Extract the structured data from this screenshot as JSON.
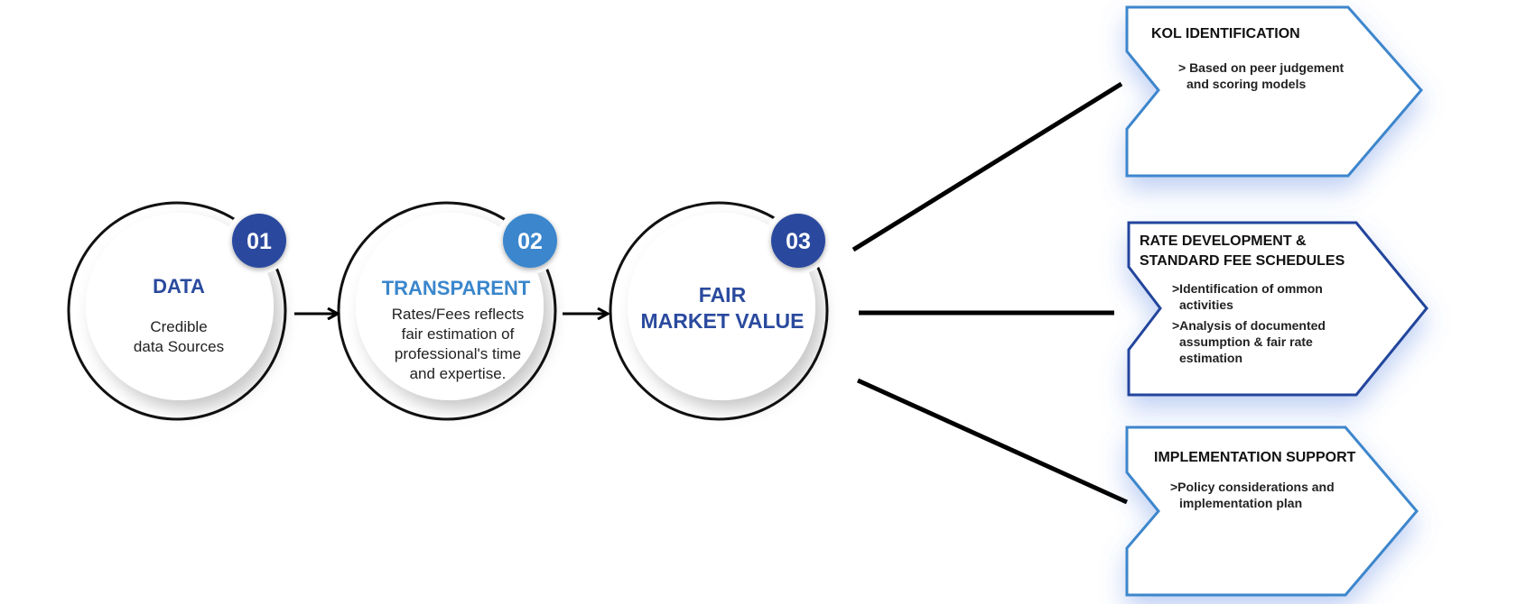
{
  "colors": {
    "dark_blue": "#2a4a9e",
    "light_blue": "#3a86cc",
    "box_blue": "#3c86cc",
    "box_dark_blue": "#23459c",
    "line": "#000000"
  },
  "steps": [
    {
      "badge": "01",
      "title": "DATA",
      "body": [
        "Credible",
        "data Sources"
      ]
    },
    {
      "badge": "02",
      "title": "TRANSPARENT",
      "body": [
        "Rates/Fees reflects",
        "fair estimation of",
        "professional's time",
        "and expertise."
      ]
    },
    {
      "badge": "03",
      "title_lines": [
        "FAIR",
        "MARKET VALUE"
      ]
    }
  ],
  "boxes": [
    {
      "title": "KOL IDENTIFICATION",
      "lines": [
        "> Based on peer judgement",
        "and scoring models"
      ]
    },
    {
      "title_lines": [
        "RATE DEVELOPMENT &",
        "STANDARD FEE SCHEDULES"
      ],
      "lines": [
        ">Identification of ommon",
        "activities",
        ">Analysis of documented",
        "assumption & fair rate",
        "estimation"
      ]
    },
    {
      "title": "IMPLEMENTATION SUPPORT",
      "lines": [
        ">Policy considerations and",
        "implementation plan"
      ]
    }
  ]
}
